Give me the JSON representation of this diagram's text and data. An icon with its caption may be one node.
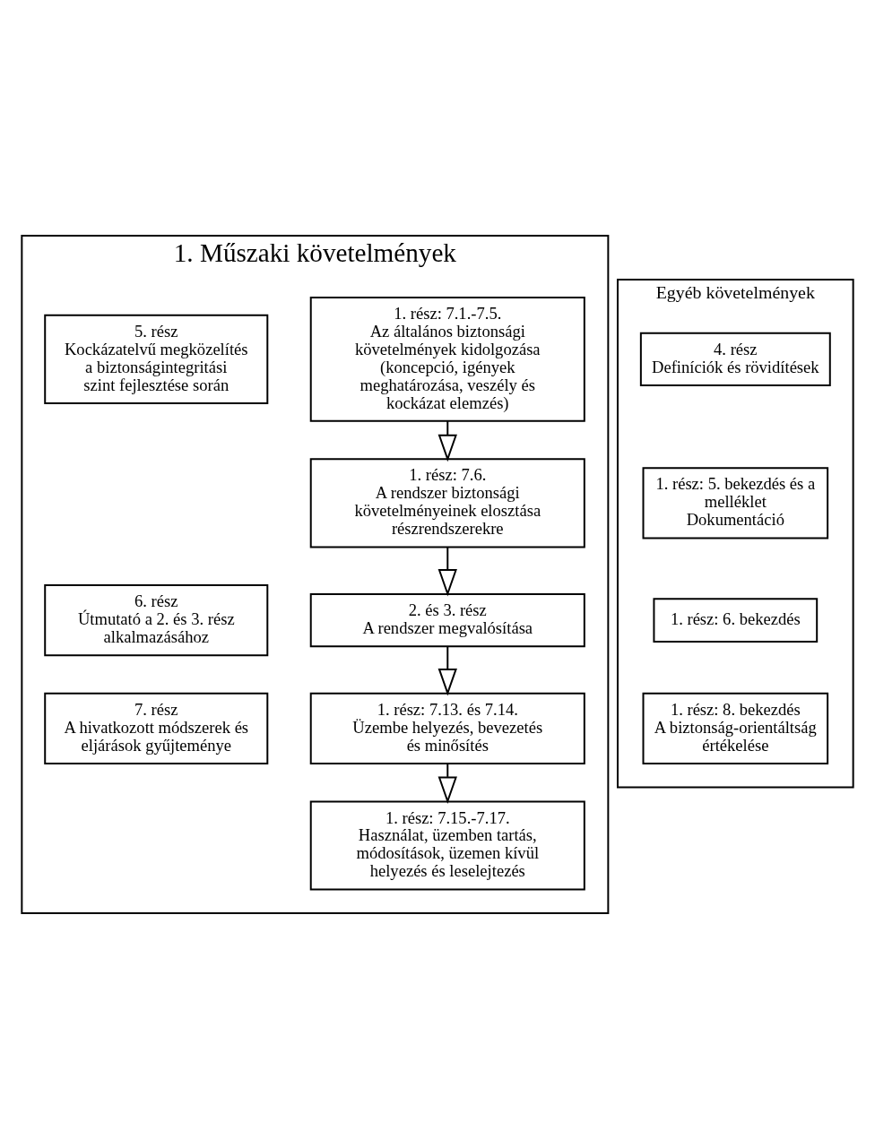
{
  "diagram": {
    "nodes": [
      {
        "text": [
          "1. Műszaki követelmények"
        ]
      },
      {
        "text": [
          "1. rész: 7.1.-7.5.",
          "Az általános biztonsági követelmények kidolgozása (koncepció, igények meghatározása, veszély és kockázat elemzés)"
        ],
        "in": 0
      },
      {
        "text": [
          "5. rész",
          "Kockázatelvű megközelítés a biztonságintegritási szint fejlesztése során"
        ],
        "in": 0
      },
      {
        "text": [
          "1. rész: 7.6.",
          "A rendszer biztonsági követelményeinek elosztása részrendszerekre"
        ],
        "in": 0
      },
      {
        "text": [
          "2. és 3. rész",
          "A rendszer megvalósítása"
        ],
        "in": 0
      },
      {
        "text": [
          "6. rész",
          "Útmutató a 2. és 3. rész alkalmazásához"
        ],
        "in": 0
      },
      {
        "text": [
          "7. rész",
          "A hivatkozott módszerek és eljárások gyűjteménye"
        ],
        "in": 0
      },
      {
        "text": [
          "1. rész: 7.13. és 7.14.",
          "Üzembe helyezés, bevezetés és minősítés"
        ],
        "in": 0
      },
      {
        "text": [
          "1. rész: 7.15.-7.17.",
          "Használat, üzemben tartás, módosítások, üzemen kívül helyezés és leselejtezés"
        ],
        "in": 0
      },
      {
        "text": [
          "Egyéb követelmények"
        ]
      },
      {
        "text": [
          "4. rész",
          "Definíciók és rövidítések"
        ],
        "in": 9
      },
      {
        "text": [
          "1. rész: 5. bekezdés és a melléklet",
          "Dokumentáció"
        ],
        "in": 9
      },
      {
        "text": [
          "1. rész: 6. bekezdés"
        ],
        "in": 9
      },
      {
        "text": [
          "1. rész: 8. bekezdés",
          "A biztonság-orientáltság értékelése"
        ],
        "in": 9
      }
    ],
    "edges": [
      {
        "from": 1,
        "to": 3,
        "arrow": "to"
      },
      {
        "from": 3,
        "to": 4,
        "arrow": "to"
      },
      {
        "from": 4,
        "to": 7,
        "arrow": "to"
      },
      {
        "from": 7,
        "to": 8,
        "arrow": "to"
      }
    ]
  }
}
